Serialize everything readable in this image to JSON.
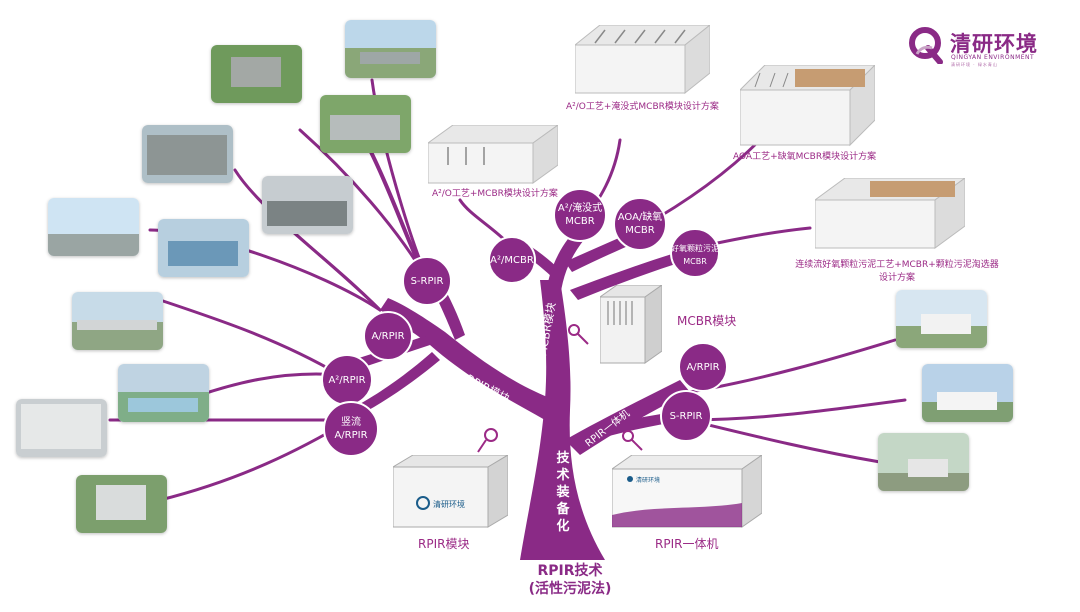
{
  "logo": {
    "name_cn": "清研环境",
    "name_en": "QINGYAN ENVIRONMENT",
    "tagline": "清研环境 · 绿水青山",
    "color": "#8a2a86"
  },
  "colors": {
    "tree": "#8a2a86",
    "caption": "#9b2a86"
  },
  "root": {
    "title_line1": "RPIR技术",
    "title_line2": "(活性污泥法)"
  },
  "trunk": {
    "label": "技术装备化"
  },
  "branches": {
    "rpir_module": "RPIR模块",
    "mcbr_module": "MCBR模块",
    "rpir_integrated": "RPIR一体机"
  },
  "nodes": {
    "s_rpir_left": "S-RPIR",
    "a_rpir_left": "A/RPIR",
    "a2_rpir": "A²/RPIR",
    "vertical_line1": "竖流",
    "vertical_line2": "A/RPIR",
    "a2_mcbr": "A²/MCBR",
    "a2_sub_line1": "A²/淹没式",
    "a2_sub_line2": "MCBR",
    "aoa_line1": "AOA/缺氧",
    "aoa_line2": "MCBR",
    "granular_line1": "好氧颗粒污泥",
    "granular_line2": "MCBR",
    "a_rpir_right": "A/RPIR",
    "s_rpir_right": "S-RPIR"
  },
  "captions": {
    "a2o_sub": "A²/O工艺+淹没式MCBR模块设计方案",
    "aoa": "AOA工艺+缺氧MCBR模块设计方案",
    "a2o_mcbr": "A²/O工艺+MCBR模块设计方案",
    "granular_line1": "连续流好氧颗粒污泥工艺+MCBR+颗粒污泥淘选器",
    "granular_line2": "设计方案"
  },
  "products": {
    "mcbr": "MCBR模块",
    "rpir_module": "RPIR模块",
    "rpir_integrated": "RPIR一体机"
  },
  "product_marks": {
    "rpir_logo": "清研环境",
    "integrated_logo": "清研环境"
  }
}
